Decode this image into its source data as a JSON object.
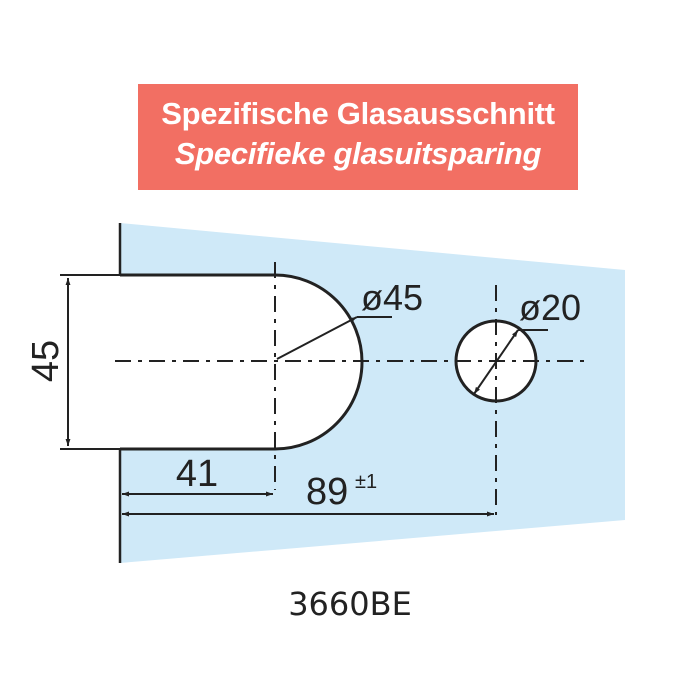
{
  "header": {
    "title_de": "Spezifische Glasausschnitt",
    "title_nl": "Specifieke glasuitsparing"
  },
  "dimensions": {
    "height": "45",
    "cutout_diameter": "ø45",
    "hole_diameter": "ø20",
    "depth": "41",
    "hole_distance": "89",
    "hole_distance_tolerance": "±1"
  },
  "product": {
    "model": "3660BE"
  },
  "colors": {
    "title_background": "#f26f63",
    "glass_fill": "#cfe9f8",
    "line": "#222222"
  }
}
